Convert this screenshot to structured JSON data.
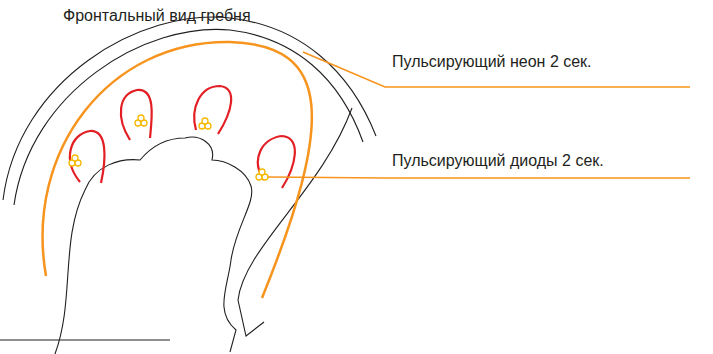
{
  "diagram": {
    "title": "Фронтальный вид гребня",
    "labels": [
      "Пульсирующий неон 2 сек.",
      "Пульсирующий диоды 2 сек."
    ]
  }
}
